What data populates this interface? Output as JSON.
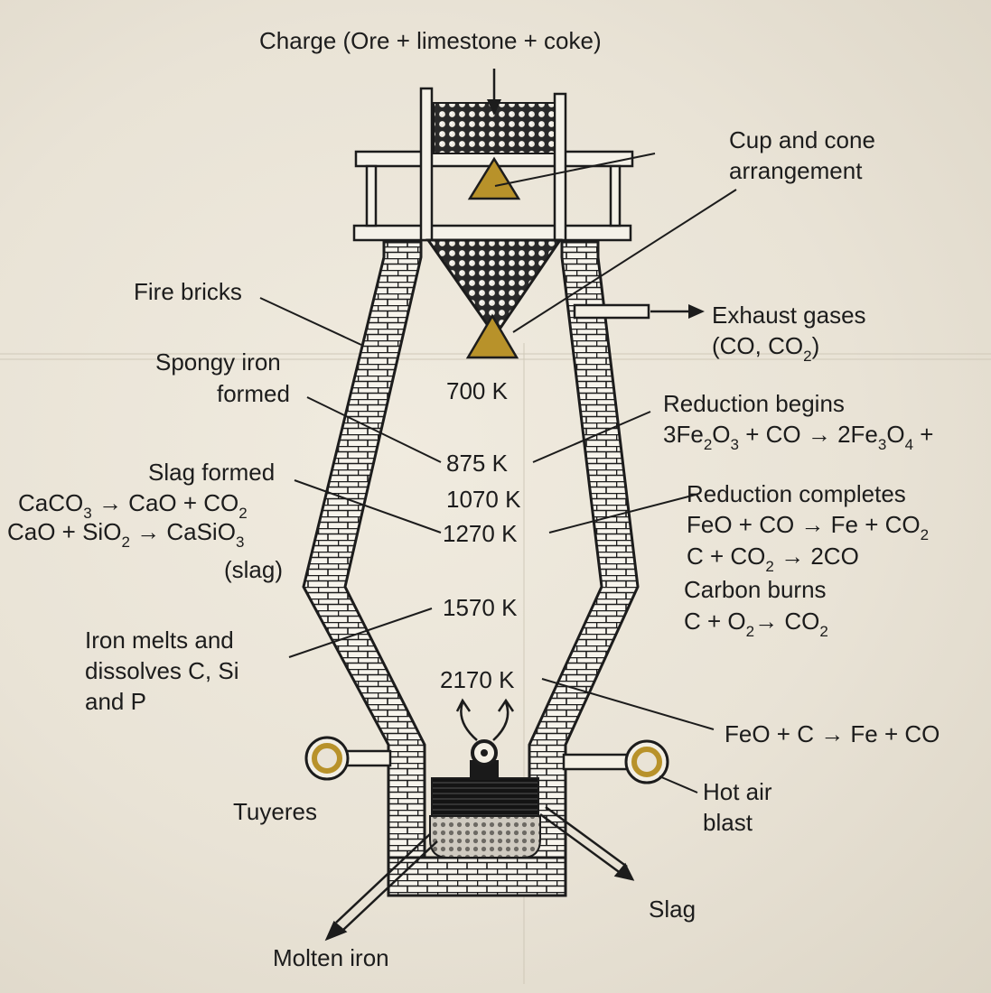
{
  "labels": {
    "charge": "Charge (Ore + limestone + coke)",
    "cup1": "Cup and cone",
    "cup2": "arrangement",
    "fire_bricks": "Fire bricks",
    "exhaust1": "Exhaust gases",
    "spongy1": "Spongy iron",
    "spongy2": "formed",
    "t700": "700 K",
    "reduction_begins": "Reduction begins",
    "t875": "875 K",
    "slag_formed": "Slag formed",
    "t1070": "1070 K",
    "reduction_completes": "Reduction completes",
    "t1270": "1270 K",
    "slag_paren": "(slag)",
    "carbon_burns": "Carbon burns",
    "t1570": "1570 K",
    "iron1": "Iron melts and",
    "iron2": "dissolves C, Si",
    "iron3": "and P",
    "t2170": "2170 K",
    "feo_c": "FeO + C → Fe + CO",
    "hot1": "Hot air",
    "hot2": "blast",
    "tuyeres": "Tuyeres",
    "slag": "Slag",
    "molten": "Molten iron"
  },
  "equations": {
    "exhaust2": {
      "a": "(CO, CO",
      "s": "2",
      "b": ")"
    },
    "fe2o3": {
      "a": "3Fe",
      "s1": "2",
      "b": "O",
      "s2": "3",
      "c": " + CO → 2Fe",
      "s3": "3",
      "d": "O",
      "s4": "4",
      "e": " +"
    },
    "caco3": {
      "a": "CaCO",
      "s1": "3",
      "b": " → CaO + CO",
      "s2": "2"
    },
    "casio3": {
      "a": "CaO + SiO",
      "s1": "2",
      "b": " → CaSiO",
      "s2": "3"
    },
    "feo_co": {
      "a": "FeO + CO → Fe + CO",
      "s": "2"
    },
    "c_co2": {
      "a": "C + CO",
      "s": "2",
      "b": " → 2CO"
    },
    "c_o2": {
      "a": "C + O",
      "s1": "2",
      "b": "→ CO",
      "s2": "2"
    }
  },
  "colors": {
    "cone": "#b8922a",
    "ink": "#1c1c1c",
    "wall": "#f7f4ec"
  }
}
